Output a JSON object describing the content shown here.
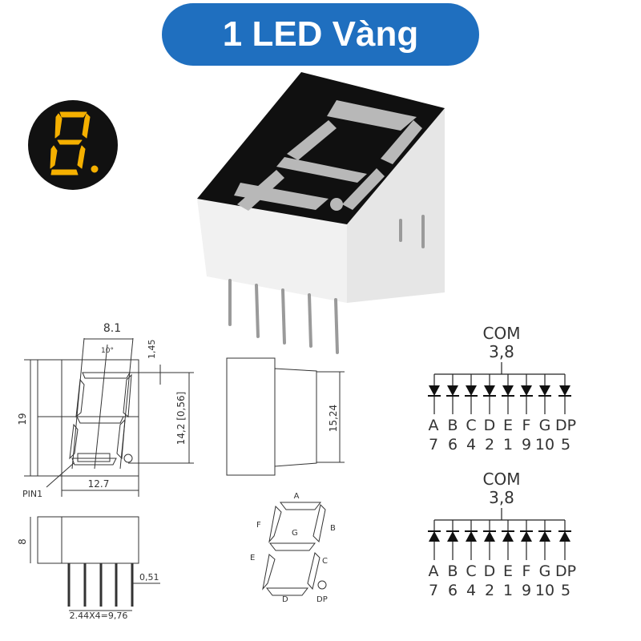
{
  "title": "1 LED Vàng",
  "colors": {
    "pill": "#1f6fbf",
    "led_yellow": "#f5b000",
    "body_dark": "#111111"
  },
  "dimensions": {
    "top_width": "8.1",
    "slant": "10°",
    "top_margin": "1,45",
    "height": "19",
    "digit_height": "14,2 [0,56]",
    "width": "12.7",
    "pin1": "PIN1",
    "depth": "8",
    "pin_pitch": "2.44X4=9,76",
    "pin_width": "0,51",
    "pin_span": "15,24"
  },
  "segments": [
    "A",
    "B",
    "C",
    "D",
    "E",
    "F",
    "G",
    "DP"
  ],
  "schematics": [
    {
      "com": "COM",
      "com_pins": "3,8",
      "letters": [
        "A",
        "B",
        "C",
        "D",
        "E",
        "F",
        "G",
        "DP"
      ],
      "pins": [
        "7",
        "6",
        "4",
        "2",
        "1",
        "9",
        "10",
        "5"
      ],
      "diode_direction": "down"
    },
    {
      "com": "COM",
      "com_pins": "3,8",
      "letters": [
        "A",
        "B",
        "C",
        "D",
        "E",
        "F",
        "G",
        "DP"
      ],
      "pins": [
        "7",
        "6",
        "4",
        "2",
        "1",
        "9",
        "10",
        "5"
      ],
      "diode_direction": "up"
    }
  ]
}
